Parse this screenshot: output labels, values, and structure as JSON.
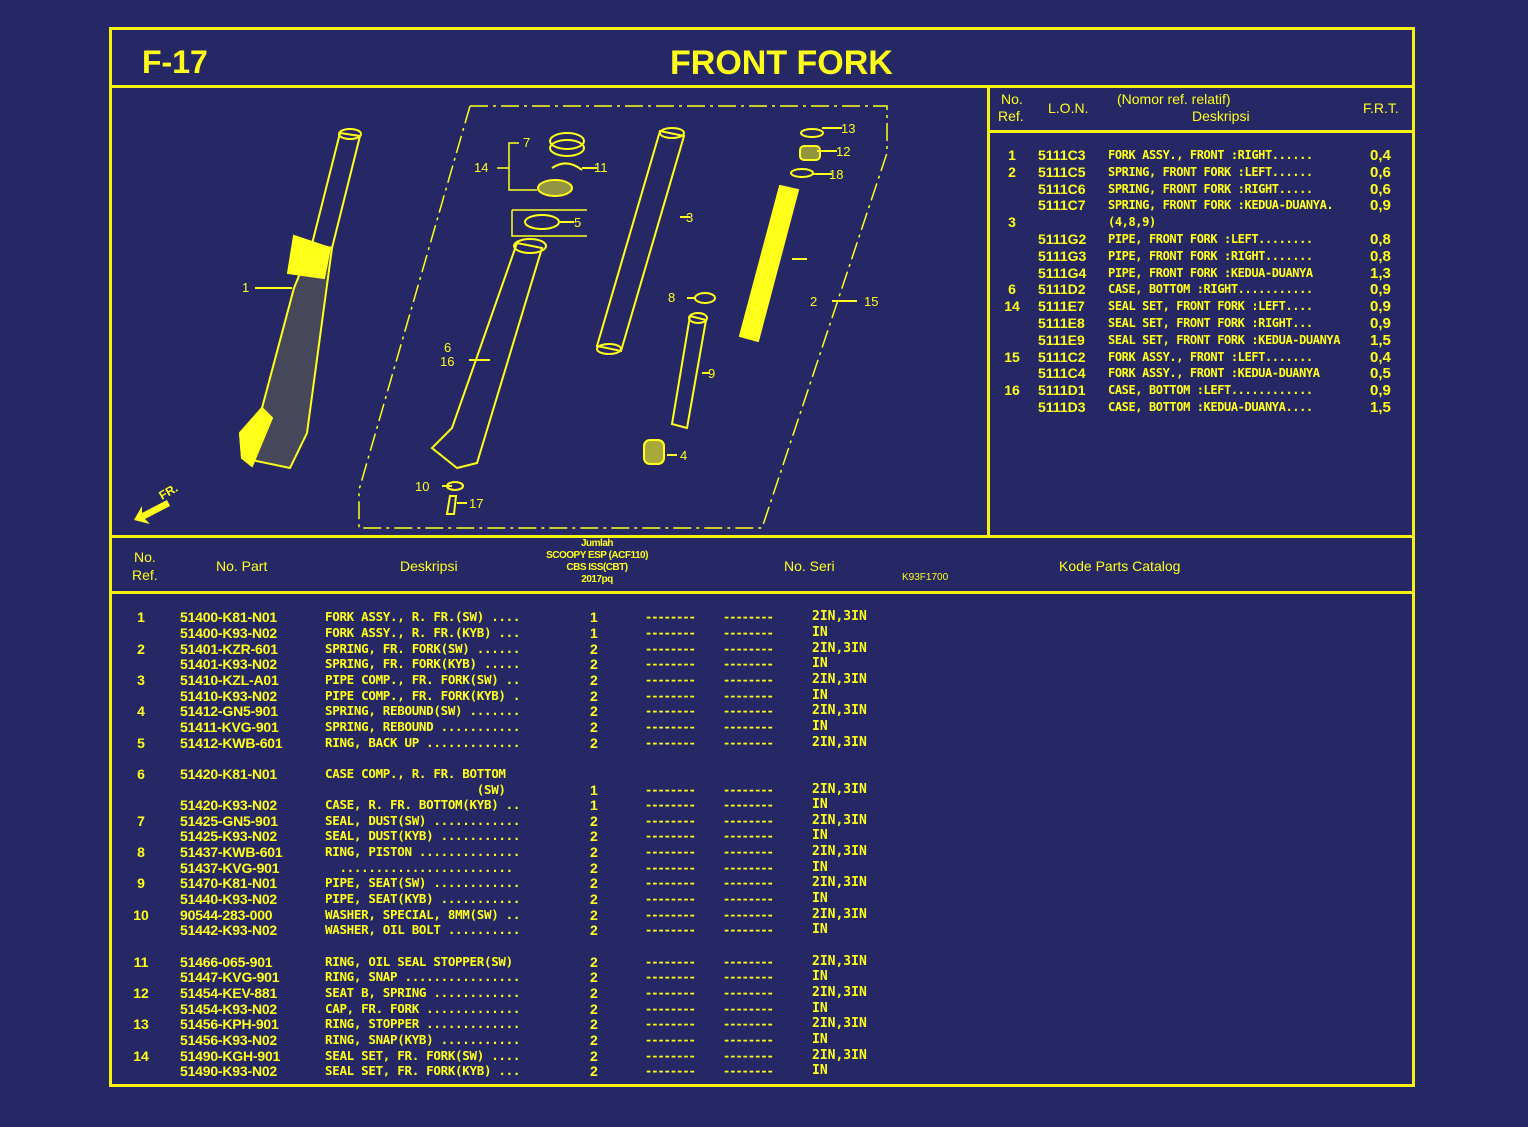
{
  "header": {
    "code": "F-17",
    "title": "FRONT FORK"
  },
  "diagram": {
    "figure_code": "K93F1700",
    "direction_label": "FR.",
    "callouts": [
      "1",
      "2",
      "3",
      "4",
      "5",
      "6",
      "16",
      "7",
      "8",
      "9",
      "10",
      "11",
      "12",
      "13",
      "14",
      "15",
      "17",
      "18"
    ]
  },
  "frt_table": {
    "headers": {
      "no_ref": "No.",
      "no_ref2": "Ref.",
      "lon": "L.O.N.",
      "desc_top": "(Nomor ref. relatif)",
      "desc": "Deskripsi",
      "frt": "F.R.T."
    },
    "rows": [
      {
        "ref": "1",
        "lon": "5111C3",
        "desc": "FORK ASSY., FRONT :RIGHT......",
        "frt": "0,4"
      },
      {
        "ref": "2",
        "lon": "5111C5",
        "desc": "SPRING, FRONT FORK :LEFT......",
        "frt": "0,6"
      },
      {
        "ref": "",
        "lon": "5111C6",
        "desc": "SPRING, FRONT FORK :RIGHT.....",
        "frt": "0,6"
      },
      {
        "ref": "",
        "lon": "5111C7",
        "desc": "SPRING, FRONT FORK :KEDUA-DUANYA.",
        "frt": "0,9"
      },
      {
        "ref": "3",
        "lon": "",
        "desc": "(4,8,9)",
        "frt": ""
      },
      {
        "ref": "",
        "lon": "5111G2",
        "desc": "PIPE, FRONT FORK :LEFT........",
        "frt": "0,8"
      },
      {
        "ref": "",
        "lon": "5111G3",
        "desc": "PIPE, FRONT FORK :RIGHT.......",
        "frt": "0,8"
      },
      {
        "ref": "",
        "lon": "5111G4",
        "desc": "PIPE, FRONT FORK :KEDUA-DUANYA",
        "frt": "1,3"
      },
      {
        "ref": "6",
        "lon": "5111D2",
        "desc": "CASE, BOTTOM :RIGHT...........",
        "frt": "0,9"
      },
      {
        "ref": "14",
        "lon": "5111E7",
        "desc": "SEAL SET, FRONT FORK :LEFT....",
        "frt": "0,9"
      },
      {
        "ref": "",
        "lon": "5111E8",
        "desc": "SEAL SET, FRONT FORK :RIGHT...",
        "frt": "0,9"
      },
      {
        "ref": "",
        "lon": "5111E9",
        "desc": "SEAL SET, FRONT FORK :KEDUA-DUANYA",
        "frt": "1,5"
      },
      {
        "ref": "15",
        "lon": "5111C2",
        "desc": "FORK ASSY., FRONT :LEFT.......",
        "frt": "0,4"
      },
      {
        "ref": "",
        "lon": "5111C4",
        "desc": "FORK ASSY., FRONT :KEDUA-DUANYA",
        "frt": "0,5"
      },
      {
        "ref": "16",
        "lon": "5111D1",
        "desc": "CASE, BOTTOM :LEFT............",
        "frt": "0,9"
      },
      {
        "ref": "",
        "lon": "5111D3",
        "desc": "CASE, BOTTOM :KEDUA-DUANYA....",
        "frt": "1,5"
      }
    ]
  },
  "parts_table": {
    "headers": {
      "no_ref": "No.",
      "no_ref2": "Ref.",
      "no_part": "No. Part",
      "deskripsi": "Deskripsi",
      "jumlah": "Jumlah",
      "model": "SCOOPY ESP (ACF110)",
      "variant": "CBS ISS(CBT)",
      "year": "2017pq",
      "no_seri": "No. Seri",
      "kode": "Kode Parts Catalog"
    },
    "rows": [
      {
        "ref": "1",
        "part": "51400-K81-N01",
        "desc": "FORK ASSY., R. FR.(SW) ....",
        "qty": "1",
        "s1": "--------",
        "s2": "--------",
        "code": "2IN,3IN"
      },
      {
        "ref": "",
        "part": "51400-K93-N02",
        "desc": "FORK ASSY., R. FR.(KYB) ...",
        "qty": "1",
        "s1": "--------",
        "s2": "--------",
        "code": "IN"
      },
      {
        "ref": "2",
        "part": "51401-KZR-601",
        "desc": "SPRING, FR. FORK(SW) ......",
        "qty": "2",
        "s1": "--------",
        "s2": "--------",
        "code": "2IN,3IN"
      },
      {
        "ref": "",
        "part": "51401-K93-N02",
        "desc": "SPRING, FR. FORK(KYB) .....",
        "qty": "2",
        "s1": "--------",
        "s2": "--------",
        "code": "IN"
      },
      {
        "ref": "3",
        "part": "51410-KZL-A01",
        "desc": "PIPE COMP., FR. FORK(SW) ..",
        "qty": "2",
        "s1": "--------",
        "s2": "--------",
        "code": "2IN,3IN"
      },
      {
        "ref": "",
        "part": "51410-K93-N02",
        "desc": "PIPE COMP., FR. FORK(KYB) .",
        "qty": "2",
        "s1": "--------",
        "s2": "--------",
        "code": "IN"
      },
      {
        "ref": "4",
        "part": "51412-GN5-901",
        "desc": "SPRING, REBOUND(SW) .......",
        "qty": "2",
        "s1": "--------",
        "s2": "--------",
        "code": "2IN,3IN"
      },
      {
        "ref": "",
        "part": "51411-KVG-901",
        "desc": "SPRING, REBOUND ...........",
        "qty": "2",
        "s1": "--------",
        "s2": "--------",
        "code": "IN"
      },
      {
        "ref": "5",
        "part": "51412-KWB-601",
        "desc": "RING, BACK UP .............",
        "qty": "2",
        "s1": "--------",
        "s2": "--------",
        "code": "2IN,3IN"
      },
      {
        "ref": "6",
        "part": "51420-K81-N01",
        "desc": "CASE COMP., R. FR. BOTTOM",
        "qty": "",
        "s1": "",
        "s2": "",
        "code": ""
      },
      {
        "ref": "",
        "part": "",
        "desc": "                     (SW)",
        "qty": "1",
        "s1": "--------",
        "s2": "--------",
        "code": "2IN,3IN"
      },
      {
        "ref": "",
        "part": "51420-K93-N02",
        "desc": "CASE, R. FR. BOTTOM(KYB) ..",
        "qty": "1",
        "s1": "--------",
        "s2": "--------",
        "code": "IN"
      },
      {
        "ref": "7",
        "part": "51425-GN5-901",
        "desc": "SEAL, DUST(SW) ............",
        "qty": "2",
        "s1": "--------",
        "s2": "--------",
        "code": "2IN,3IN"
      },
      {
        "ref": "",
        "part": "51425-K93-N02",
        "desc": "SEAL, DUST(KYB) ...........",
        "qty": "2",
        "s1": "--------",
        "s2": "--------",
        "code": "IN"
      },
      {
        "ref": "8",
        "part": "51437-KWB-601",
        "desc": "RING, PISTON ..............",
        "qty": "2",
        "s1": "--------",
        "s2": "--------",
        "code": "2IN,3IN"
      },
      {
        "ref": "",
        "part": "51437-KVG-901",
        "desc": "  ........................",
        "qty": "2",
        "s1": "--------",
        "s2": "--------",
        "code": "IN"
      },
      {
        "ref": "9",
        "part": "51470-K81-N01",
        "desc": "PIPE, SEAT(SW) ............",
        "qty": "2",
        "s1": "--------",
        "s2": "--------",
        "code": "2IN,3IN"
      },
      {
        "ref": "",
        "part": "51440-K93-N02",
        "desc": "PIPE, SEAT(KYB) ...........",
        "qty": "2",
        "s1": "--------",
        "s2": "--------",
        "code": "IN"
      },
      {
        "ref": "10",
        "part": "90544-283-000",
        "desc": "WASHER, SPECIAL, 8MM(SW) ..",
        "qty": "2",
        "s1": "--------",
        "s2": "--------",
        "code": "2IN,3IN"
      },
      {
        "ref": "",
        "part": "51442-K93-N02",
        "desc": "WASHER, OIL BOLT ..........",
        "qty": "2",
        "s1": "--------",
        "s2": "--------",
        "code": "IN"
      },
      {
        "ref": "11",
        "part": "51466-065-901",
        "desc": "RING, OIL SEAL STOPPER(SW)",
        "qty": "2",
        "s1": "--------",
        "s2": "--------",
        "code": "2IN,3IN"
      },
      {
        "ref": "",
        "part": "51447-KVG-901",
        "desc": "RING, SNAP ................",
        "qty": "2",
        "s1": "--------",
        "s2": "--------",
        "code": "IN"
      },
      {
        "ref": "12",
        "part": "51454-KEV-881",
        "desc": "SEAT B, SPRING ............",
        "qty": "2",
        "s1": "--------",
        "s2": "--------",
        "code": "2IN,3IN"
      },
      {
        "ref": "",
        "part": "51454-K93-N02",
        "desc": "CAP, FR. FORK .............",
        "qty": "2",
        "s1": "--------",
        "s2": "--------",
        "code": "IN"
      },
      {
        "ref": "13",
        "part": "51456-KPH-901",
        "desc": "RING, STOPPER .............",
        "qty": "2",
        "s1": "--------",
        "s2": "--------",
        "code": "2IN,3IN"
      },
      {
        "ref": "",
        "part": "51456-K93-N02",
        "desc": "RING, SNAP(KYB) ...........",
        "qty": "2",
        "s1": "--------",
        "s2": "--------",
        "code": "IN"
      },
      {
        "ref": "14",
        "part": "51490-KGH-901",
        "desc": "SEAL SET, FR. FORK(SW) ....",
        "qty": "2",
        "s1": "--------",
        "s2": "--------",
        "code": "2IN,3IN"
      },
      {
        "ref": "",
        "part": "51490-K93-N02",
        "desc": "SEAL SET, FR. FORK(KYB) ...",
        "qty": "2",
        "s1": "--------",
        "s2": "--------",
        "code": "IN"
      }
    ]
  },
  "colors": {
    "background": "#262866",
    "foreground": "#ffff1a"
  }
}
